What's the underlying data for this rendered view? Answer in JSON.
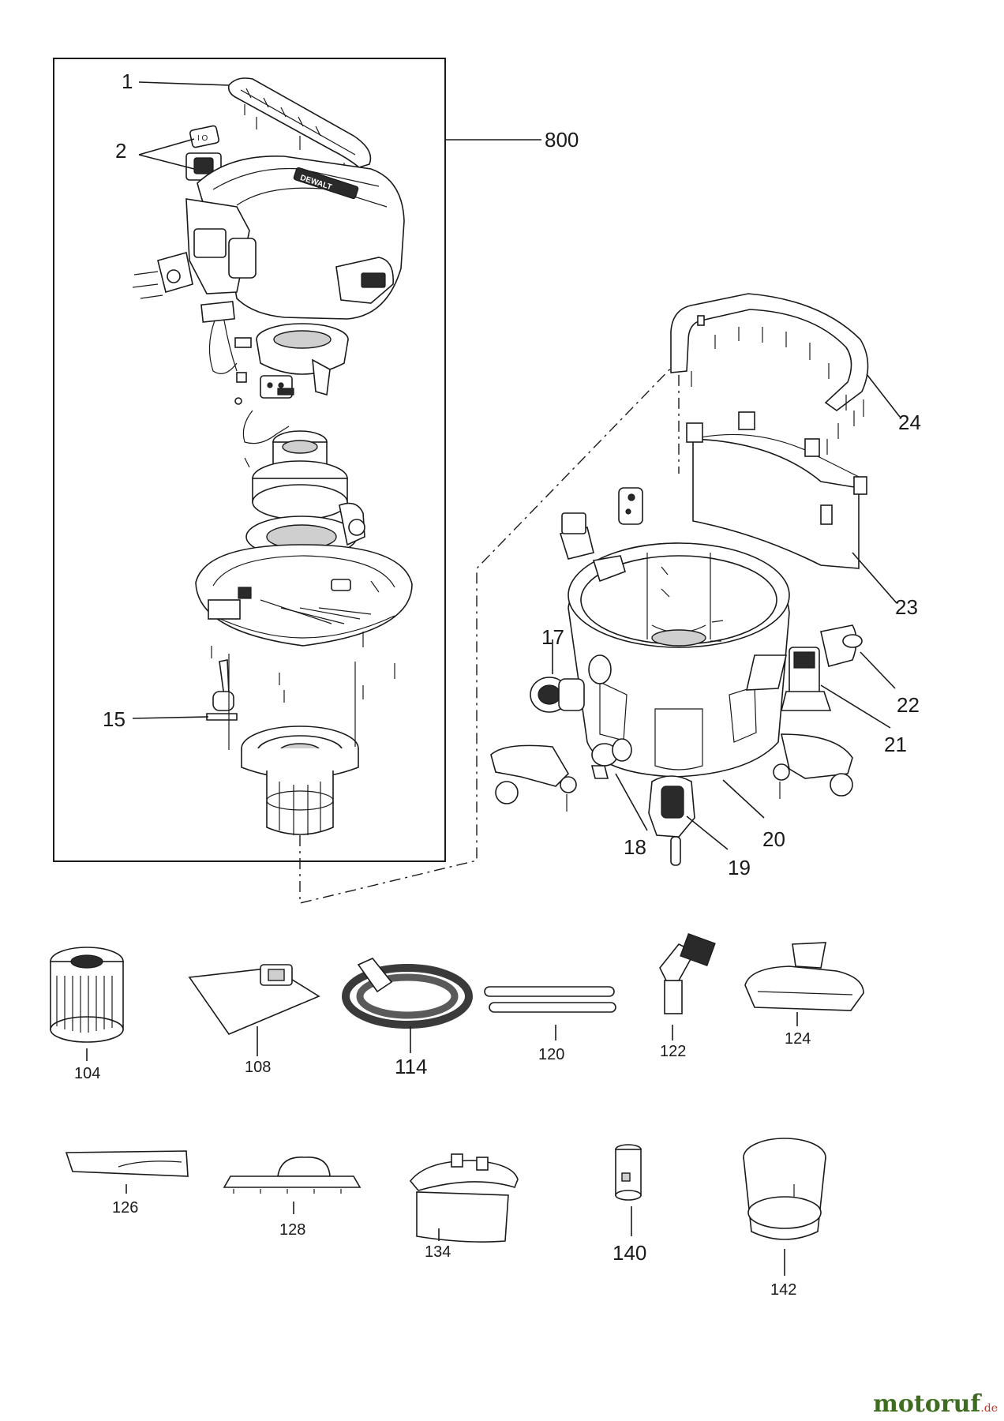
{
  "labels": {
    "p1": "1",
    "p2": "2",
    "p800": "800",
    "p15": "15",
    "p17": "17",
    "p18": "18",
    "p19": "19",
    "p20": "20",
    "p21": "21",
    "p22": "22",
    "p23": "23",
    "p24": "24",
    "p104": "104",
    "p108": "108",
    "p114": "114",
    "p120": "120",
    "p122": "122",
    "p124": "124",
    "p126": "126",
    "p128": "128",
    "p134": "134",
    "p140": "140",
    "p142": "142"
  },
  "brand_on_lid": "DEWALT",
  "watermark": {
    "name": "motoruf",
    "suffix": ".de"
  },
  "colors": {
    "line": "#1a1a1a",
    "watermark": "#3f6d1f",
    "watermark_suffix": "#c0392b"
  }
}
